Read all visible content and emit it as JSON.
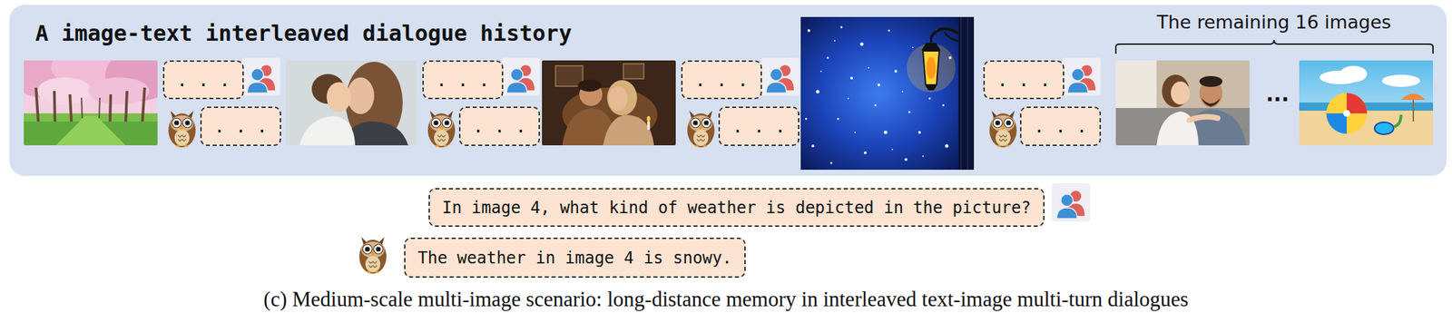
{
  "diagram": {
    "caption": "(c) Medium-scale multi-image scenario: long-distance memory in interleaved text-image multi-turn dialogues",
    "nodes": [
      {
        "text": [
          "A image-text interleaved dialogue history"
        ]
      },
      {
        "text": [
          ". . ."
        ],
        "in": 0
      },
      {
        "text": [
          ". . ."
        ],
        "in": 0
      },
      {
        "text": [
          ". . ."
        ],
        "in": 0
      },
      {
        "text": [
          ". . ."
        ],
        "in": 0
      },
      {
        "text": [
          ". . ."
        ],
        "in": 0
      },
      {
        "text": [
          ". . ."
        ],
        "in": 0
      },
      {
        "text": [
          ". . ."
        ],
        "in": 0
      },
      {
        "text": [
          ". . ."
        ],
        "in": 0
      },
      {
        "text": [
          "In image 4, what kind of weather is depicted in the picture?"
        ]
      },
      {
        "text": [
          "The weather in image 4 is snowy."
        ]
      }
    ],
    "labels": [
      "The remaining 16 images",
      "..."
    ]
  }
}
